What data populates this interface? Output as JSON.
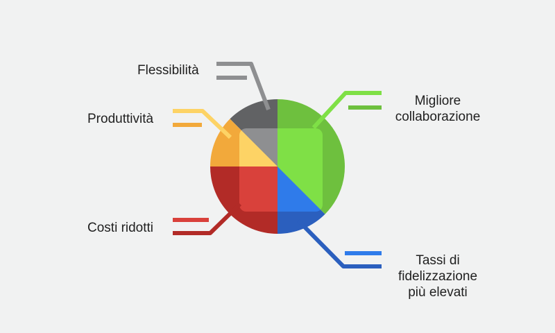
{
  "segments": [
    {
      "key": "flessibilita",
      "lines": [
        "Flessibilità"
      ],
      "color_outer": "#616264",
      "color_inner": "#8e8f91",
      "color_stripe": "#8e8f91"
    },
    {
      "key": "produttivita",
      "lines": [
        "Produttività"
      ],
      "color_outer": "#f2a93b",
      "color_inner": "#fdd365",
      "color_stripe": "#f2a93b"
    },
    {
      "key": "costi",
      "lines": [
        "Costi ridotti"
      ],
      "color_outer": "#b22b27",
      "color_inner": "#d9413b",
      "color_stripe": "#b22b27"
    },
    {
      "key": "tassi",
      "lines": [
        "Tassi di",
        "fidelizzazione",
        "più elevati"
      ],
      "color_outer": "#2b5fbe",
      "color_inner": "#2f7bea",
      "color_stripe": "#2b5fbe"
    },
    {
      "key": "migliore",
      "lines": [
        "Migliore",
        "collaborazione"
      ],
      "color_outer": "#6ec03e",
      "color_inner": "#7fe046",
      "color_stripe": "#6ec03e"
    }
  ]
}
